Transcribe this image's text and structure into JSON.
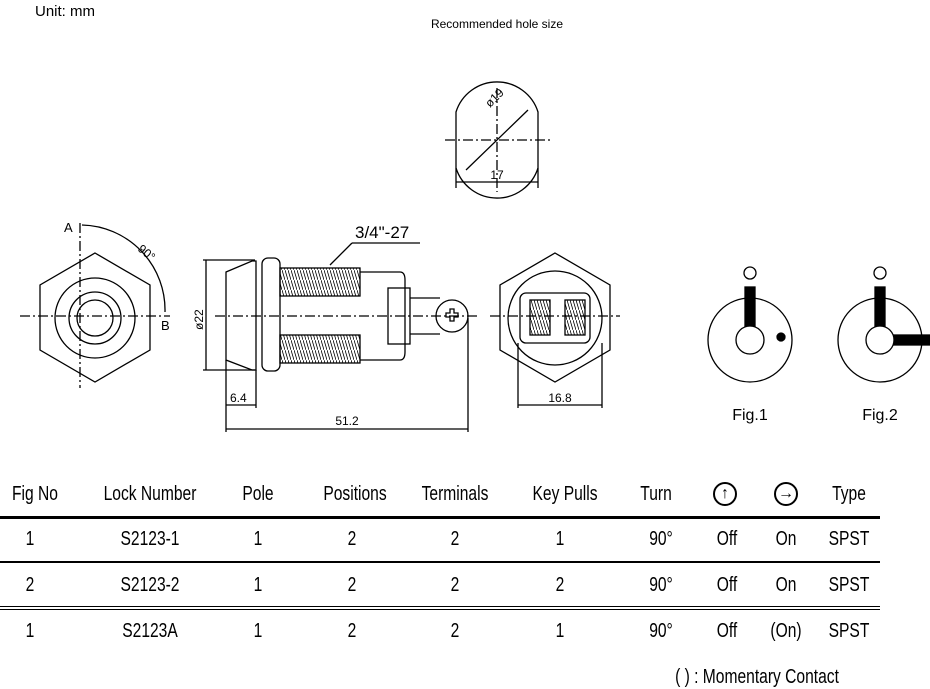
{
  "unit_label": "Unit: mm",
  "hole": {
    "title": "Recommended hole size",
    "diameter": "ø19",
    "width": "17"
  },
  "front_view": {
    "label_a": "A",
    "label_b": "B",
    "angle": "90°"
  },
  "side_view": {
    "diameter": "ø22",
    "thread": "3/4\"-27",
    "flange": "6.4",
    "length": "51.2"
  },
  "back_view": {
    "width": "16.8"
  },
  "figures": [
    {
      "label": "Fig.1"
    },
    {
      "label": "Fig.2"
    }
  ],
  "table": {
    "headers": [
      "Fig No",
      "Lock Number",
      "Pole",
      "Positions",
      "Terminals",
      "Key Pulls",
      "Turn",
      "arrow-up-icon",
      "arrow-right-icon",
      "Type"
    ],
    "rows": [
      [
        "1",
        "S2123-1",
        "1",
        "2",
        "2",
        "1",
        "90°",
        "Off",
        "On",
        "SPST"
      ],
      [
        "2",
        "S2123-2",
        "1",
        "2",
        "2",
        "2",
        "90°",
        "Off",
        "On",
        "SPST"
      ],
      [
        "1",
        "S2123A",
        "1",
        "2",
        "2",
        "1",
        "90°",
        "Off",
        "(On)",
        "SPST"
      ]
    ],
    "footnote": "(  ) : Momentary Contact"
  }
}
